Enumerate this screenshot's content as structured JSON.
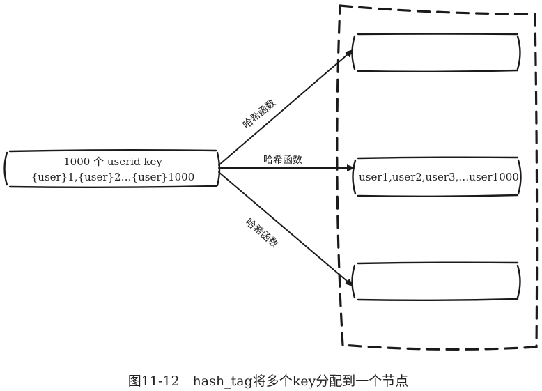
{
  "diagram": {
    "source_box": {
      "line1": "1000 个 userid key",
      "line2": "{user}1,{user}2…{user}1000"
    },
    "arrow_labels": {
      "top": "哈希函数",
      "middle": "哈希函数",
      "bottom": "哈希函数"
    },
    "nodes": {
      "top": "",
      "middle": "user1,user2,user3,…user1000",
      "bottom": ""
    }
  },
  "caption": "图11-12　hash_tag将多个key分配到一个节点"
}
